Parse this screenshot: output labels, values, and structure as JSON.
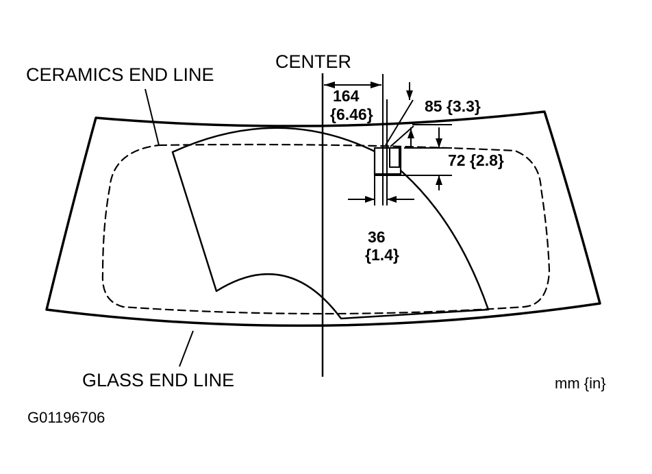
{
  "labels": {
    "center": "CENTER",
    "ceramics_end_line": "CERAMICS END LINE",
    "glass_end_line": "GLASS END LINE",
    "units": "mm {in}",
    "figure_id": "G01196706"
  },
  "dimensions": {
    "d164": {
      "mm": "164",
      "in": "{6.46}"
    },
    "d85": "85 {3.3}",
    "d72": "72 {2.8}",
    "d36": {
      "mm": "36",
      "in": "{1.4}"
    }
  }
}
